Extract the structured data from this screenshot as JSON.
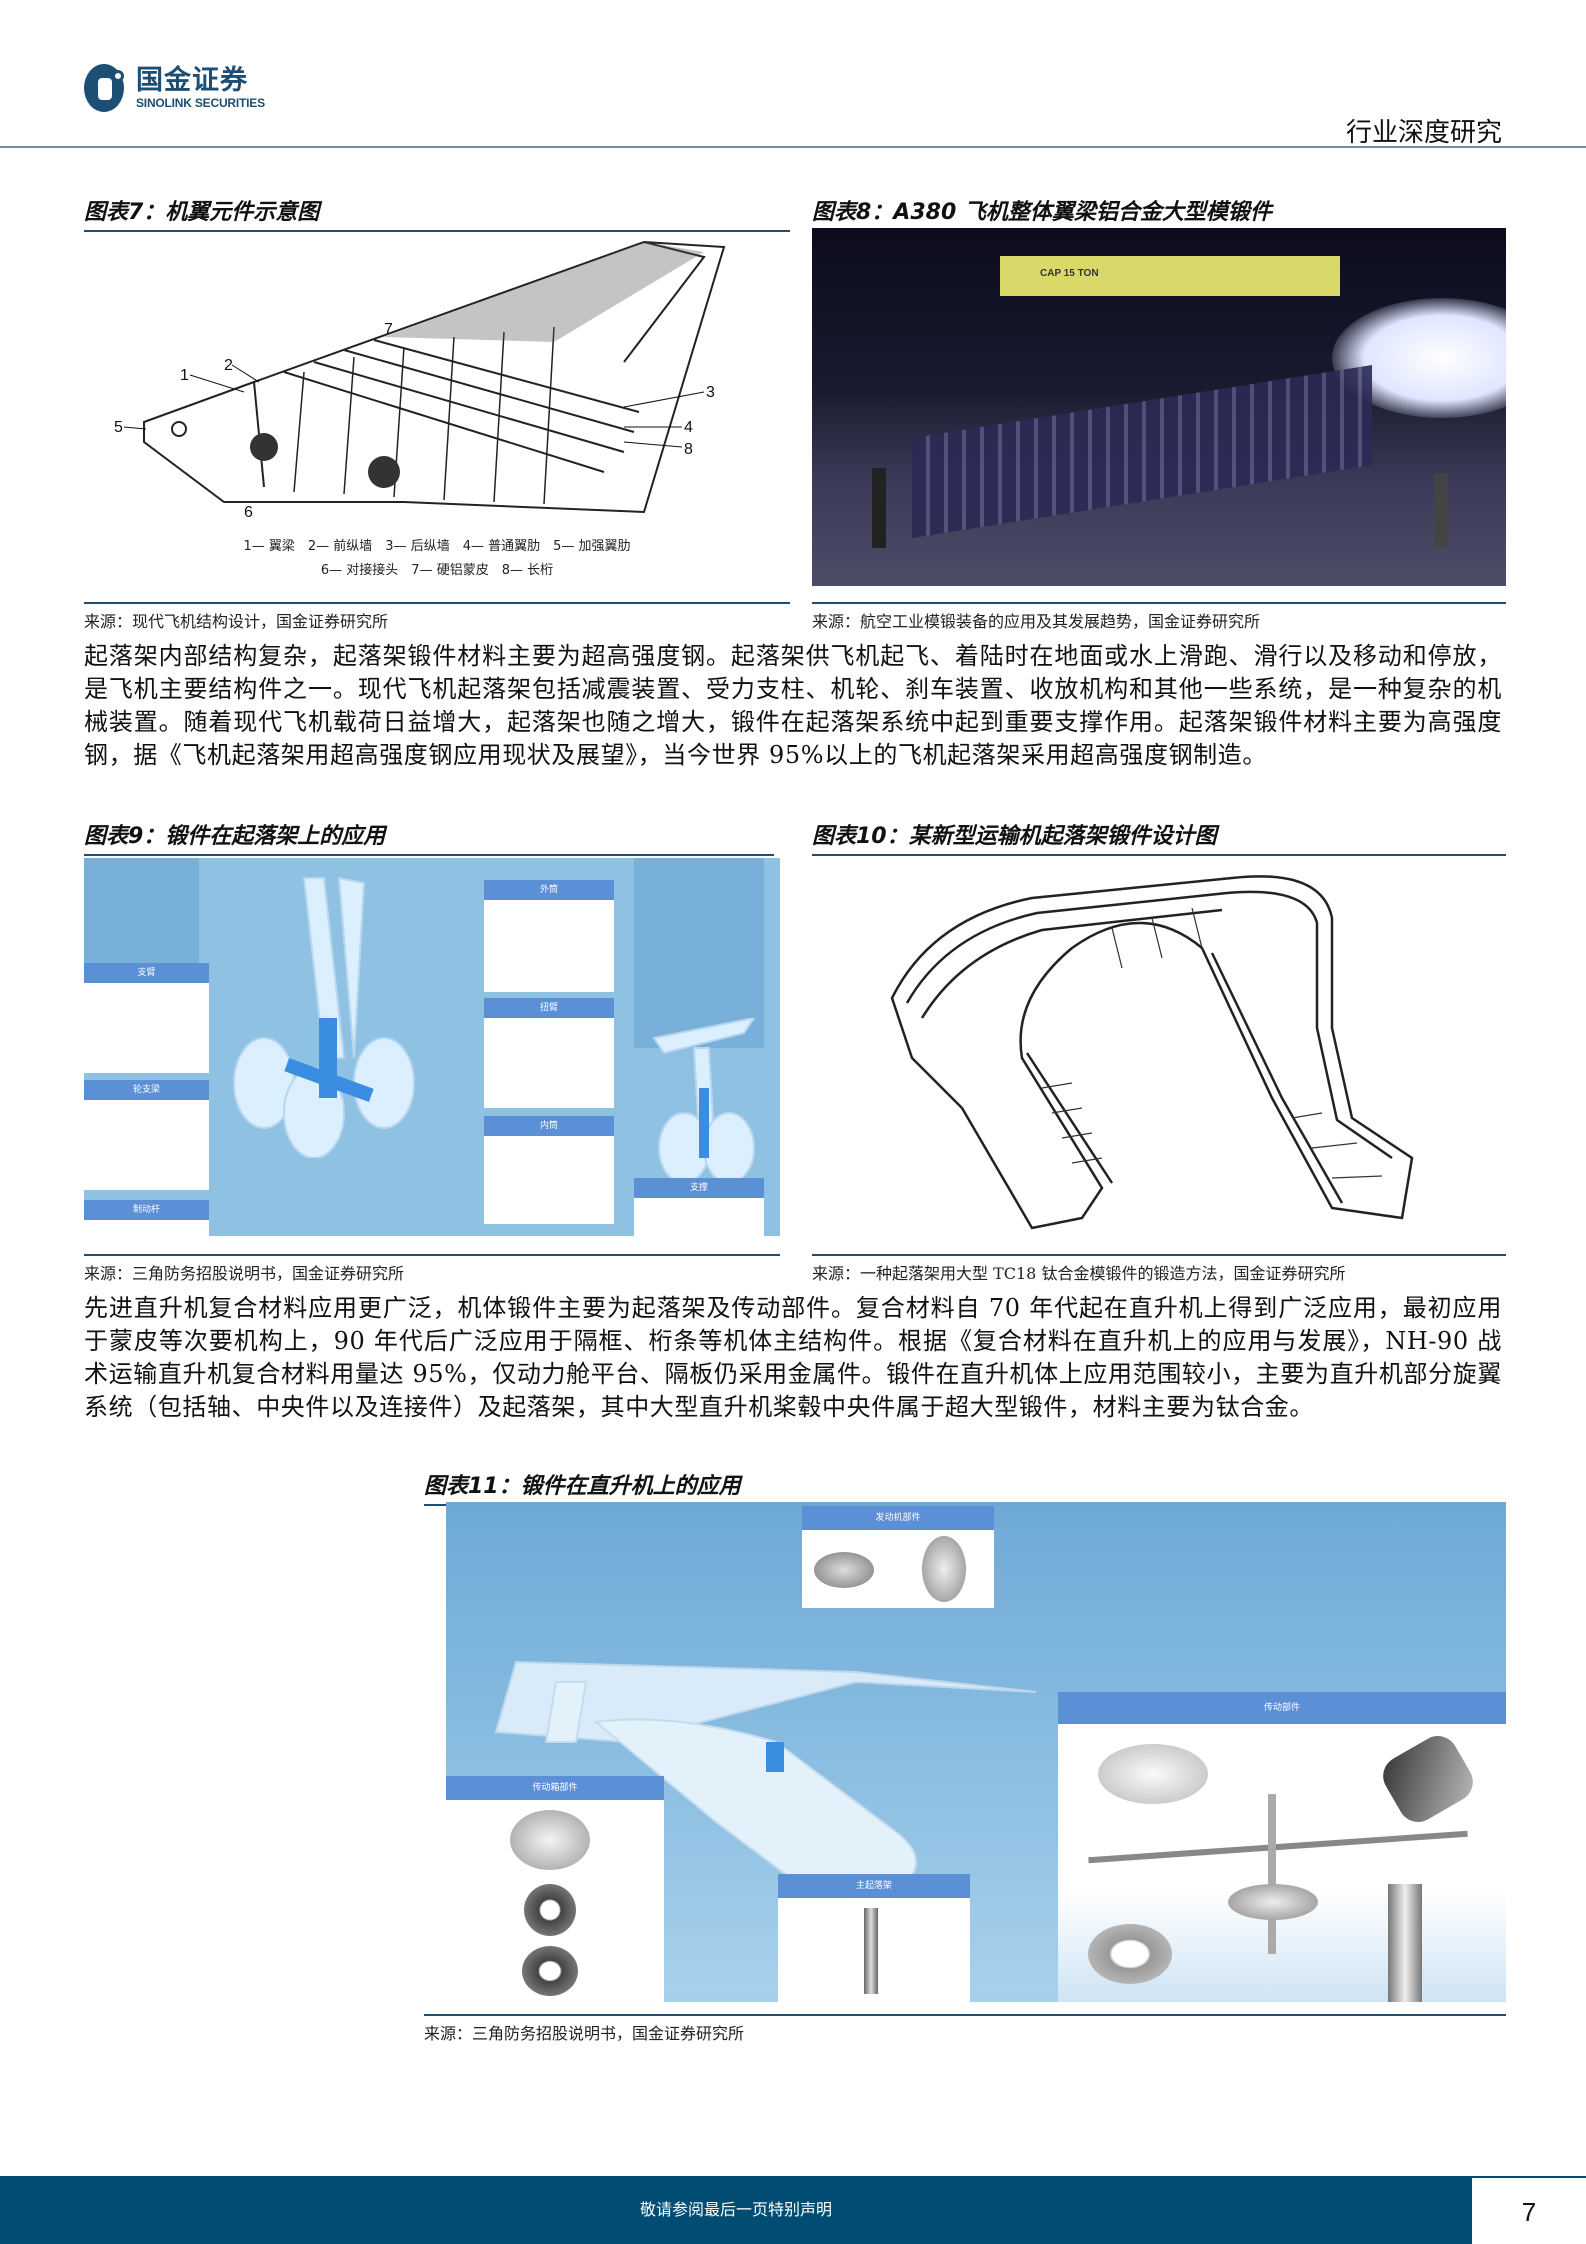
{
  "header": {
    "logo_cn": "国金证券",
    "logo_en": "SINOLINK SECURITIES",
    "tag": "行业深度研究"
  },
  "figures": {
    "fig7": {
      "caption": "图表7：机翼元件示意图",
      "legend_line1": "1— 翼梁　2— 前纵墙　3— 后纵墙　4— 普通翼肋　5— 加强翼肋",
      "legend_line2": "6— 对接接头　7— 硬铝蒙皮　8— 长桁",
      "callouts": [
        "1",
        "2",
        "3",
        "4",
        "5",
        "6",
        "7",
        "8"
      ],
      "source": "来源：现代飞机结构设计，国金证券研究所"
    },
    "fig8": {
      "caption": "图表8：A380 飞机整体翼梁铝合金大型模锻件",
      "crane_text": "CAP 15 TON",
      "source": "来源：航空工业模锻装备的应用及其发展趋势，国金证券研究所"
    },
    "fig9": {
      "caption": "图表9：锻件在起落架上的应用",
      "labels": [
        "支臂",
        "轮支梁",
        "制动杆",
        "外筒",
        "扭臂",
        "内筒",
        "支撑"
      ],
      "source": "来源：三角防务招股说明书，国金证券研究所"
    },
    "fig10": {
      "caption": "图表10：某新型运输机起落架锻件设计图",
      "source": "来源：一种起落架用大型 TC18 钛合金模锻件的锻造方法，国金证券研究所"
    },
    "fig11": {
      "caption": "图表11：锻件在直升机上的应用",
      "labels": [
        "发动机部件",
        "传动部件",
        "传动箱部件",
        "主起落架"
      ],
      "source": "来源：三角防务招股说明书，国金证券研究所"
    }
  },
  "paragraphs": {
    "p1": "起落架内部结构复杂，起落架锻件材料主要为超高强度钢。起落架供飞机起飞、着陆时在地面或水上滑跑、滑行以及移动和停放，是飞机主要结构件之一。现代飞机起落架包括减震装置、受力支柱、机轮、刹车装置、收放机构和其他一些系统，是一种复杂的机械装置。随着现代飞机载荷日益增大，起落架也随之增大，锻件在起落架系统中起到重要支撑作用。起落架锻件材料主要为高强度钢，据《飞机起落架用超高强度钢应用现状及展望》，当今世界 95%以上的飞机起落架采用超高强度钢制造。",
    "p2": "先进直升机复合材料应用更广泛，机体锻件主要为起落架及传动部件。复合材料自 70 年代起在直升机上得到广泛应用，最初应用于蒙皮等次要机构上，90 年代后广泛应用于隔框、桁条等机体主结构件。根据《复合材料在直升机上的应用与发展》，NH-90 战术运输直升机复合材料用量达 95%，仅动力舱平台、隔板仍采用金属件。锻件在直升机体上应用范围较小，主要为直升机部分旋翼系统（包括轴、中央件以及连接件）及起落架，其中大型直升机桨毂中央件属于超大型锻件，材料主要为钛合金。"
  },
  "footer": {
    "notice": "敬请参阅最后一页特别声明",
    "page_number": "7"
  },
  "colors": {
    "brand": "#1d4e74",
    "footer_bg": "#004c72",
    "figure_blue": "#8fc1e3"
  }
}
